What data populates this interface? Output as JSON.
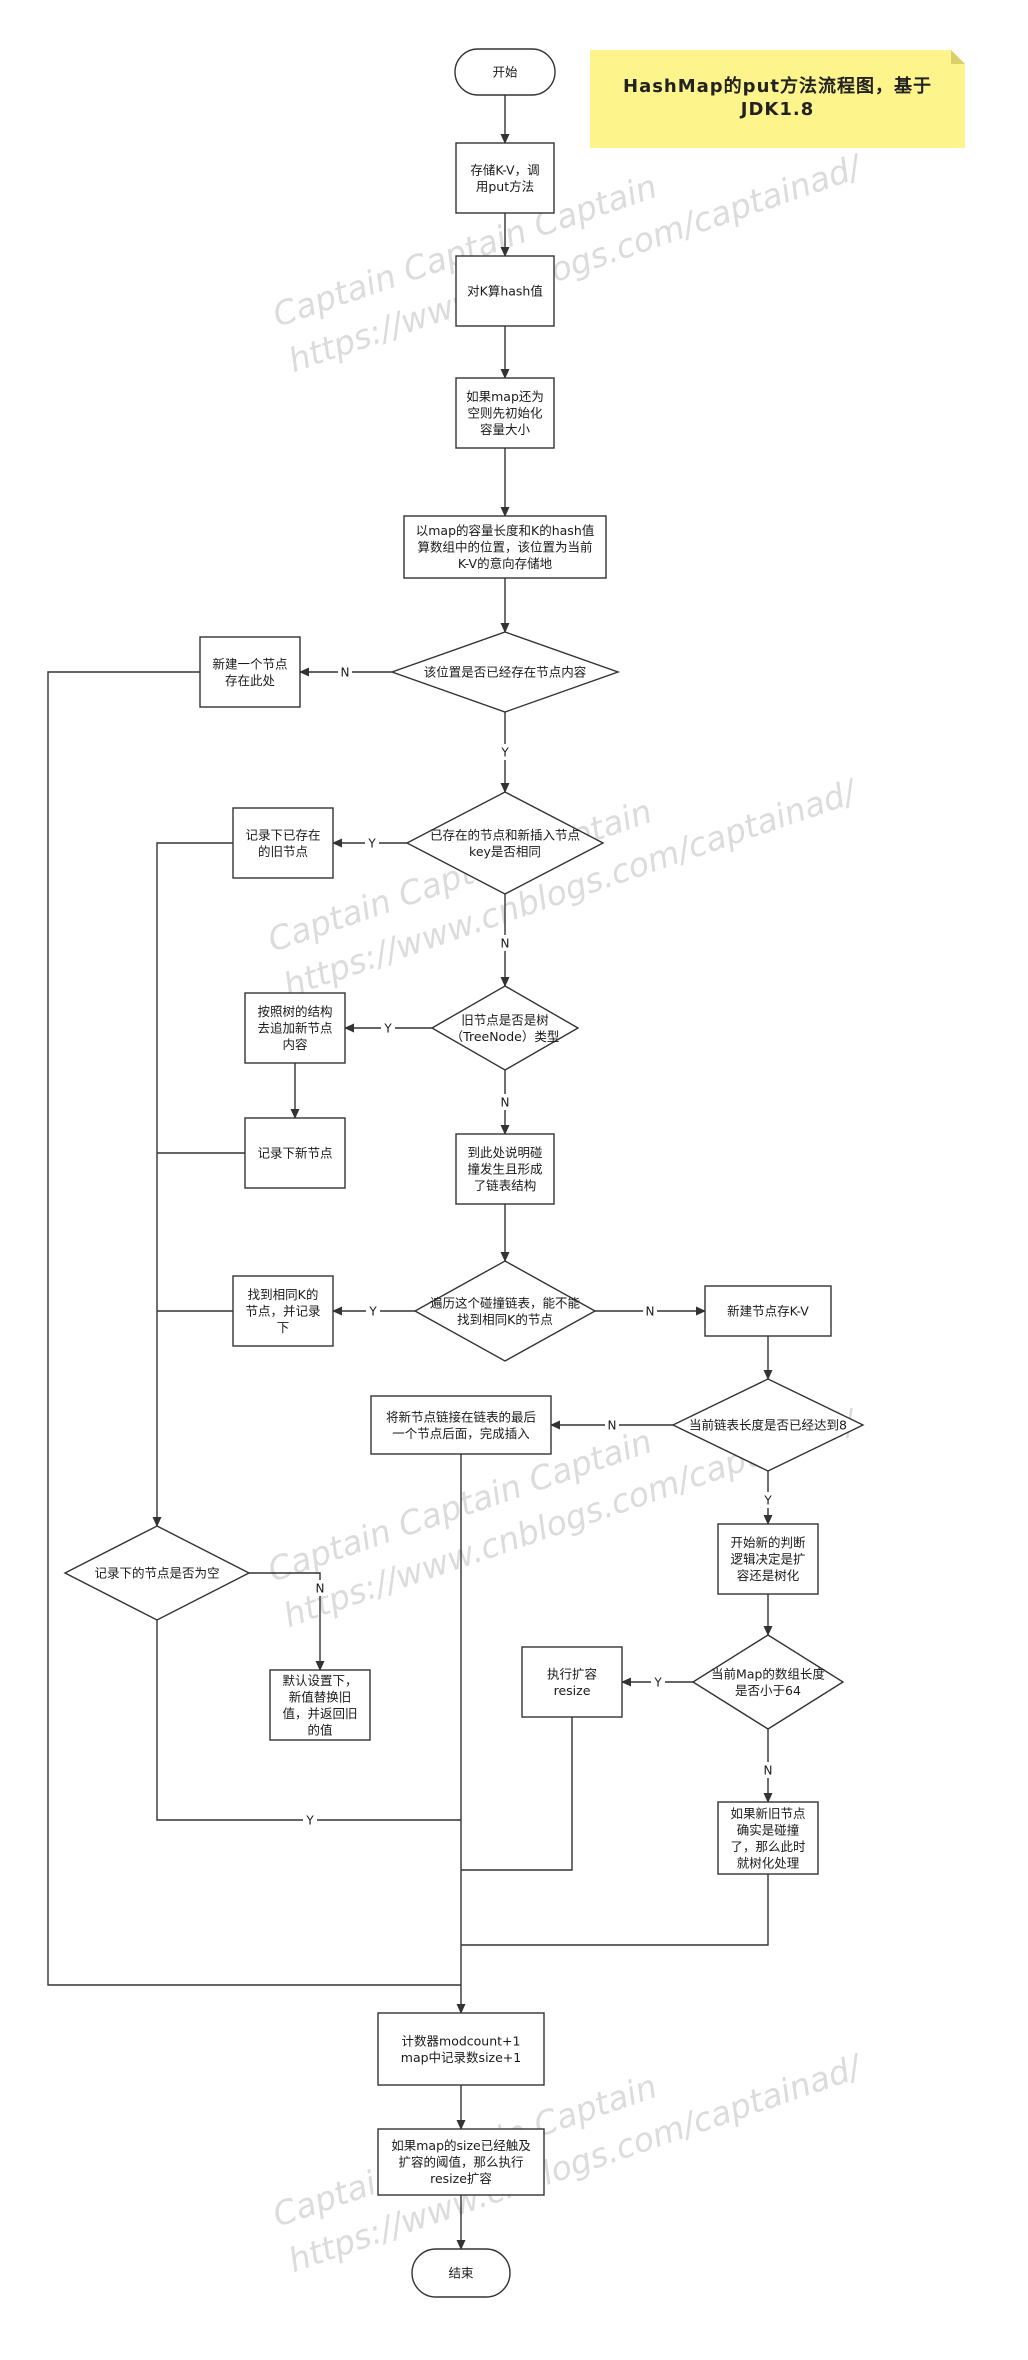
{
  "title_note": {
    "lines": [
      "HashMap的put方法流程图，基于",
      "JDK1.8"
    ],
    "color": "#fdf58c"
  },
  "watermark": {
    "line1": "Captain  Captain  Captain",
    "line2": "https://www.cnblogs.com/captainad/"
  },
  "nodes": {
    "start": [
      "开始"
    ],
    "store_kv": [
      "存储K-V，调",
      "用put方法"
    ],
    "hash_k": [
      "对K算hash值"
    ],
    "init_map": [
      "如果map还为",
      "空则先初始化",
      "容量大小"
    ],
    "calc_pos": [
      "以map的容量长度和K的hash值",
      "算数组中的位置，该位置为当前",
      "K-V的意向存储地"
    ],
    "pos_exists": [
      "该位置是否已经存在节点内容"
    ],
    "new_node_here": [
      "新建一个节点",
      "存在此处"
    ],
    "key_same": [
      "已存在的节点和新插入节点",
      "key是否相同"
    ],
    "record_old": [
      "记录下已存在",
      "的旧节点"
    ],
    "is_tree": [
      "旧节点是否是树",
      "（TreeNode）类型"
    ],
    "tree_append": [
      "按照树的结构",
      "去追加新节点",
      "内容"
    ],
    "record_new": [
      "记录下新节点"
    ],
    "linked_formed": [
      "到此处说明碰",
      "撞发生且形成",
      "了链表结构"
    ],
    "traverse_list": [
      "遍历这个碰撞链表，能不能",
      "找到相同K的节点"
    ],
    "found_same_k": [
      "找到相同K的",
      "节点，并记录",
      "下"
    ],
    "new_kv": [
      "新建节点存K-V"
    ],
    "list_len_8": [
      "当前链表长度是否已经达到8"
    ],
    "append_tail": [
      "将新节点链接在链表的最后",
      "一个节点后面，完成插入"
    ],
    "start_judge": [
      "开始新的判断",
      "逻辑决定是扩",
      "容还是树化"
    ],
    "array_lt_64": [
      "当前Map的数组长度",
      "是否小于64"
    ],
    "do_resize": [
      "执行扩容",
      "resize"
    ],
    "treeify": [
      "如果新旧节点",
      "确实是碰撞",
      "了，那么此时",
      "就树化处理"
    ],
    "recorded_null": [
      "记录下的节点是否为空"
    ],
    "replace_old": [
      "默认设置下，",
      "新值替换旧",
      "值，并返回旧",
      "的值"
    ],
    "counter": [
      "计数器modcount+1",
      "map中记录数size+1"
    ],
    "maybe_resize": [
      "如果map的size已经触及",
      "扩容的阈值，那么执行",
      "resize扩容"
    ],
    "end": [
      "结束"
    ]
  },
  "edge_labels": {
    "pos_exists_no": "N",
    "pos_exists_yes": "Y",
    "key_same_yes": "Y",
    "key_same_no": "N",
    "is_tree_yes": "Y",
    "is_tree_no": "N",
    "traverse_yes": "Y",
    "traverse_no": "N",
    "len8_no": "N",
    "len8_yes": "Y",
    "lt64_yes": "Y",
    "lt64_no": "N",
    "null_no": "N",
    "null_yes": "Y"
  }
}
